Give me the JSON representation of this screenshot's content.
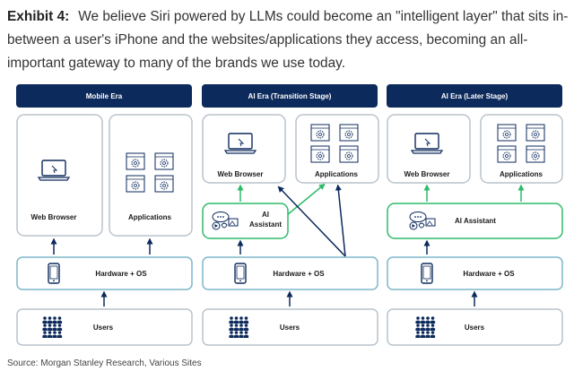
{
  "caption": {
    "label": "Exhibit 4:",
    "text": "We believe Siri powered by LLMs could become an \"intelligent layer\" that sits in-between a user's iPhone and the websites/applications they access, becoming an all-important gateway to many of the brands we use today."
  },
  "panels": [
    {
      "header": "Mobile Era",
      "web": "Web Browser",
      "apps": "Applications",
      "hw": "Hardware + OS",
      "users": "Users"
    },
    {
      "header": "AI Era (Transition Stage)",
      "web": "Web Browser",
      "apps": "Applications",
      "ai_line1": "AI",
      "ai_line2": "Assistant",
      "hw": "Hardware + OS",
      "users": "Users"
    },
    {
      "header": "AI Era (Later Stage)",
      "web": "Web Browser",
      "apps": "Applications",
      "ai": "AI Assistant",
      "hw": "Hardware + OS",
      "users": "Users"
    }
  ],
  "source": "Source: Morgan Stanley Research, Various Sites",
  "colors": {
    "header": "#0d2a5c",
    "box_border": "#b9c3cc",
    "hw_border": "#7fb7c9",
    "ai_border": "#2dbb6a",
    "arrow_dark": "#0d2a5c",
    "arrow_green": "#2dbb6a"
  }
}
